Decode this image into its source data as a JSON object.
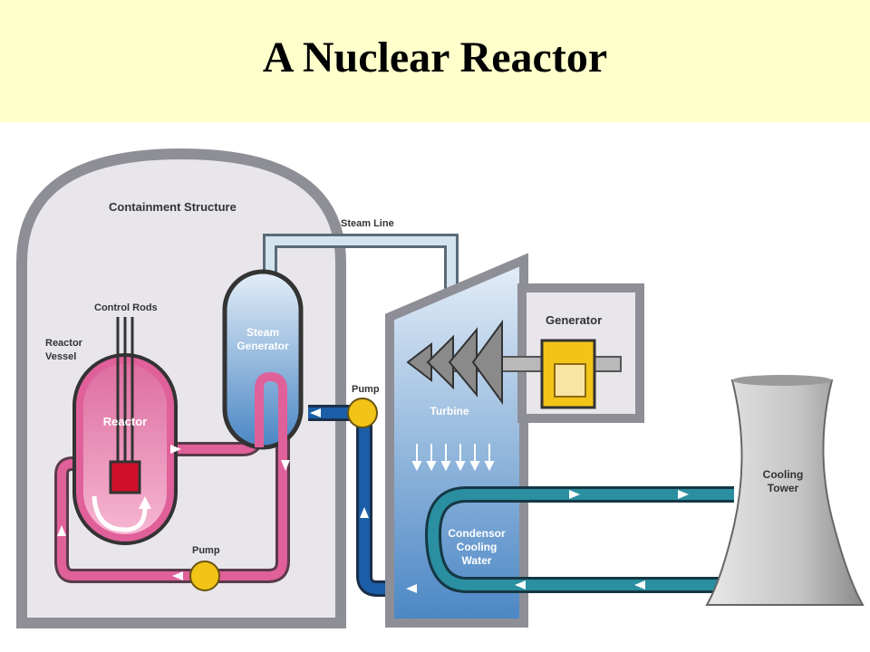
{
  "title": "A Nuclear Reactor",
  "labels": {
    "containment": "Containment Structure",
    "steam_line": "Steam Line",
    "control_rods": "Control Rods",
    "reactor_vessel_1": "Reactor",
    "reactor_vessel_2": "Vessel",
    "steam_gen_1": "Steam",
    "steam_gen_2": "Generator",
    "generator": "Generator",
    "pump_top": "Pump",
    "reactor": "Reactor",
    "turbine": "Turbine",
    "pump_bottom": "Pump",
    "condensor_1": "Condensor",
    "condensor_2": "Cooling",
    "condensor_3": "Water",
    "cooling_1": "Cooling",
    "cooling_2": "Tower"
  },
  "colors": {
    "title_band": "#ffffcc",
    "primary_loop": "#e0609a",
    "water_loop": "#1a5ea8",
    "cooling_loop": "#2a8fa0",
    "steam_line": "#c8dde8",
    "generator": "#f2c418"
  }
}
